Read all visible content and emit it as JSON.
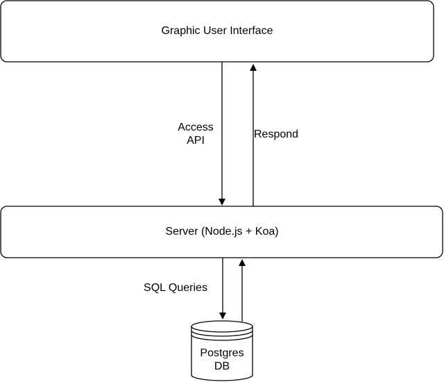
{
  "nodes": {
    "gui": {
      "label": "Graphic User Interface"
    },
    "server": {
      "label": "Server (Node.js + Koa)"
    },
    "database": {
      "label": "Postgres\nDB"
    }
  },
  "edges": {
    "access_api": {
      "label": "Access\nAPI"
    },
    "respond": {
      "label": "Respond"
    },
    "sql_queries": {
      "label": "SQL Queries"
    },
    "db_return": {
      "label": ""
    }
  },
  "colors": {
    "stroke": "#000000",
    "fill": "#ffffff",
    "text": "#000000"
  }
}
